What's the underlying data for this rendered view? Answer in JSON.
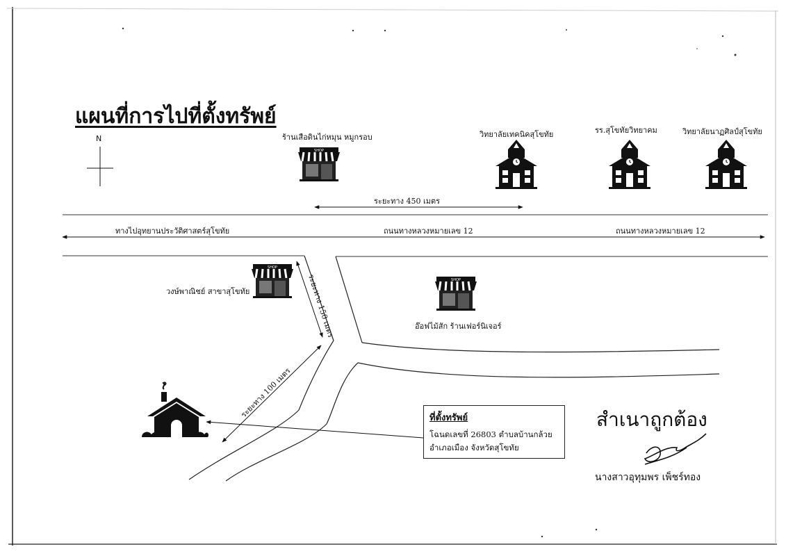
{
  "map": {
    "title": "แผนที่การไปที่ตั้งทรัพย์",
    "north_label": "N",
    "landmarks": {
      "shop_top": "ร้านเสือดินไก่หมุน หมูกรอบ",
      "college_tech": "วิทยาลัยเทคนิคสุโขทัย",
      "school": "รร.สุโขทัยวิทยาคม",
      "college_art": "วิทยาลัยนาฏศิลป์สุโขทัย",
      "shop_left": "วงษ์พาณิชย์ สาขาสุโขทัย",
      "shop_right": "อ๊อฟไม้สัก ร้านเฟอร์นิเจอร์"
    },
    "shop_sign": "SHOP",
    "distances": {
      "top": "ระยะทาง 450 เมตร",
      "vertical": "ระยะทาง 150 เมตร",
      "diagonal": "ระยะทาง 100 เมตร"
    },
    "roads": {
      "left": "ทางไปอุทยานประวัติศาสตร์สุโขทัย",
      "middle": "ถนนทางหลวงหมายเลข 12",
      "right": "ถนนทางหลวงหมายเลข 12"
    },
    "property": {
      "heading": "ที่ตั้งทรัพย์",
      "line1": "โฉนดเลขที่ 26803 ตำบลบ้านกล้วย",
      "line2": "อำเภอเมือง จังหวัดสุโขทัย"
    },
    "certification": "สำเนาถูกต้อง",
    "signer": "นางสาวอุทุมพร เพ็ชร์ทอง",
    "icons": [
      "shop-icon",
      "school-icon",
      "house-icon",
      "compass-icon"
    ]
  }
}
